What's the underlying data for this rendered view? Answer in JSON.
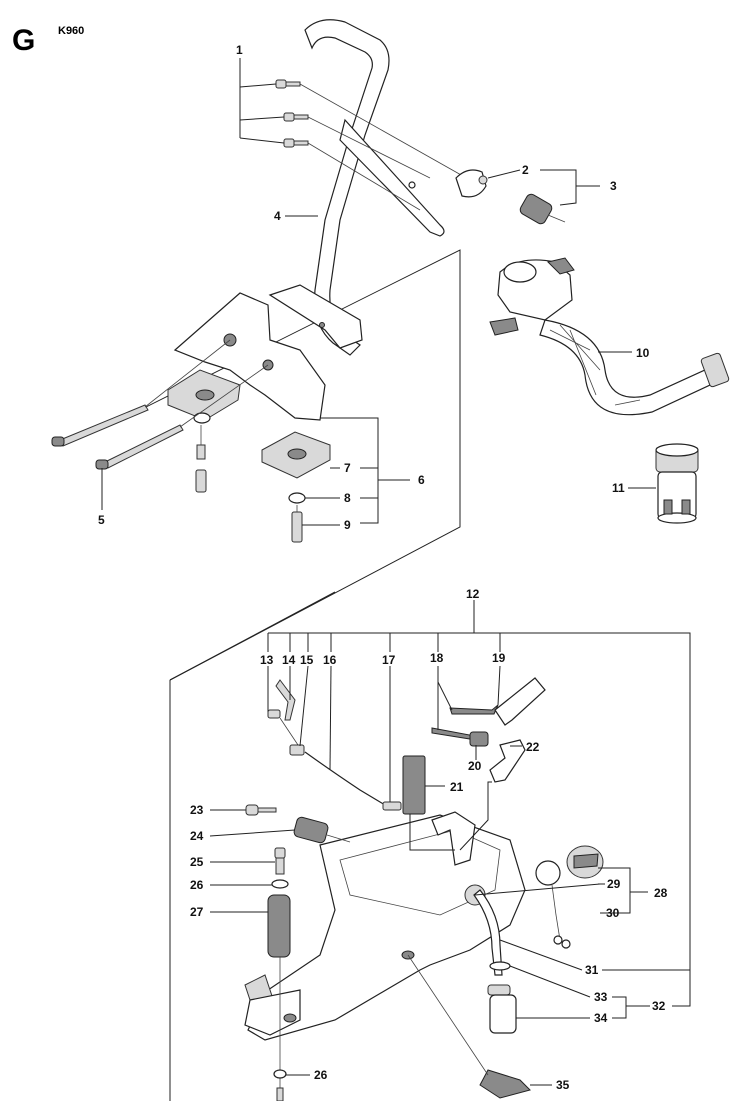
{
  "header": {
    "section_letter": "G",
    "model": "K960"
  },
  "callouts": {
    "c1": "1",
    "c2": "2",
    "c3": "3",
    "c4": "4",
    "c5": "5",
    "c6": "6",
    "c7": "7",
    "c8": "8",
    "c9": "9",
    "c10": "10",
    "c11": "11",
    "c12": "12",
    "c13": "13",
    "c14": "14",
    "c15": "15",
    "c16": "16",
    "c17": "17",
    "c18": "18",
    "c19": "19",
    "c20": "20",
    "c21": "21",
    "c22": "22",
    "c23": "23",
    "c24": "24",
    "c25": "25",
    "c26a": "26",
    "c26b": "26",
    "c27": "27",
    "c28": "28",
    "c29": "29",
    "c30": "30",
    "c31": "31",
    "c32": "32",
    "c33": "33",
    "c34": "34",
    "c35": "35"
  }
}
